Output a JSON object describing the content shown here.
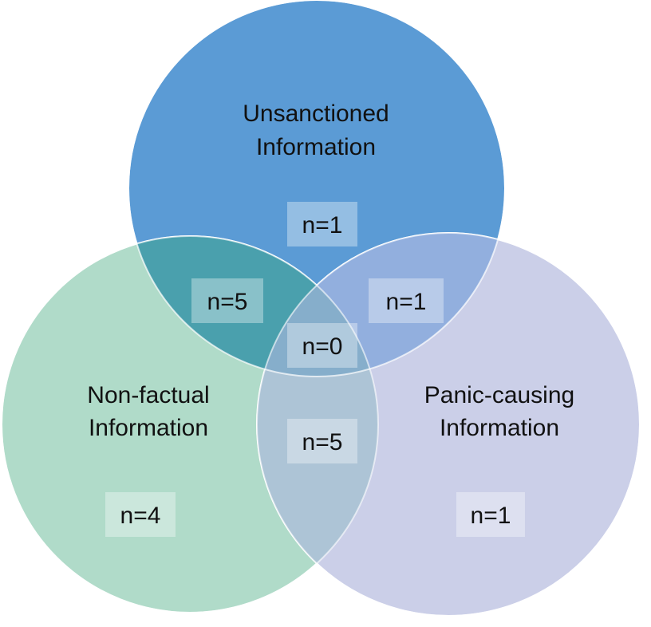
{
  "diagram": {
    "type": "venn",
    "sets": [
      {
        "id": "unsanctioned",
        "label_lines": [
          "Unsanctioned",
          "Information"
        ],
        "color": "#5b9bd5"
      },
      {
        "id": "nonfactual",
        "label_lines": [
          "Non-factual",
          "Information"
        ],
        "color": "#a9d8c4"
      },
      {
        "id": "panic",
        "label_lines": [
          "Panic-causing",
          "Information"
        ],
        "color": "#c9cde8"
      }
    ],
    "regions": [
      {
        "id": "unsanctioned-only",
        "sets": [
          "unsanctioned"
        ],
        "label": "n=1"
      },
      {
        "id": "unsanctioned-nonfactual",
        "sets": [
          "unsanctioned",
          "nonfactual"
        ],
        "label": "n=5"
      },
      {
        "id": "unsanctioned-panic",
        "sets": [
          "unsanctioned",
          "panic"
        ],
        "label": "n=1"
      },
      {
        "id": "all-three",
        "sets": [
          "unsanctioned",
          "nonfactual",
          "panic"
        ],
        "label": "n=0"
      },
      {
        "id": "nonfactual-panic",
        "sets": [
          "nonfactual",
          "panic"
        ],
        "label": "n=5"
      },
      {
        "id": "nonfactual-only",
        "sets": [
          "nonfactual"
        ],
        "label": "n=4"
      },
      {
        "id": "panic-only",
        "sets": [
          "panic"
        ],
        "label": "n=1"
      }
    ]
  }
}
